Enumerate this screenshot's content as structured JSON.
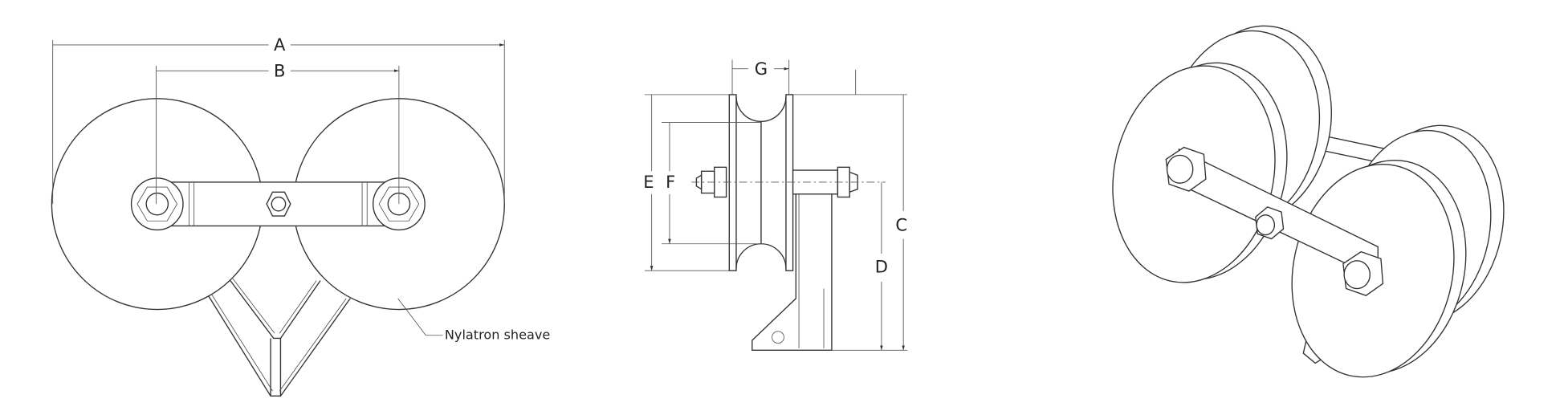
{
  "front_view": {
    "dim_a": "A",
    "dim_b": "B",
    "callout": "Nylatron sheave"
  },
  "side_view": {
    "dim_c": "C",
    "dim_d": "D",
    "dim_e": "E",
    "dim_f": "F",
    "dim_g": "G"
  }
}
